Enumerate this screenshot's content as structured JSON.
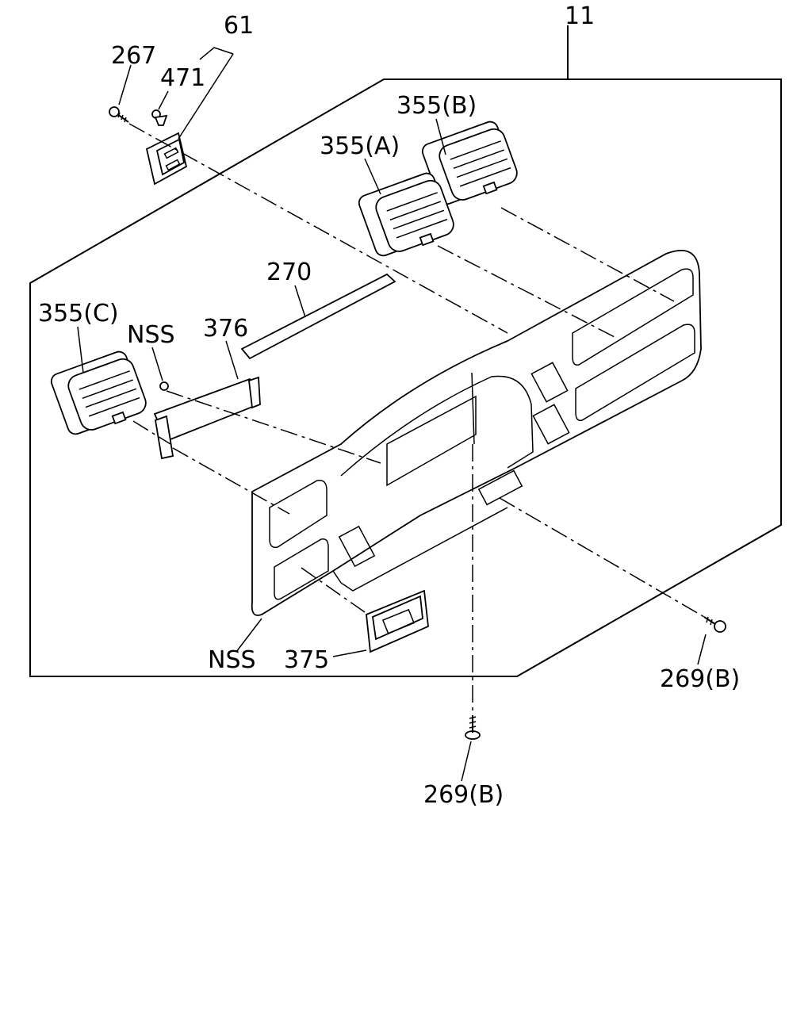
{
  "callouts": {
    "p11": "11",
    "p61": "61",
    "p267": "267",
    "p471": "471",
    "p355b": "355(B)",
    "p355a": "355(A)",
    "p270": "270",
    "p355c": "355(C)",
    "nss_top": "NSS",
    "p376": "376",
    "nss_bottom": "NSS",
    "p375": "375",
    "p269b_right": "269(B)",
    "p269b_bottom": "269(B)"
  }
}
